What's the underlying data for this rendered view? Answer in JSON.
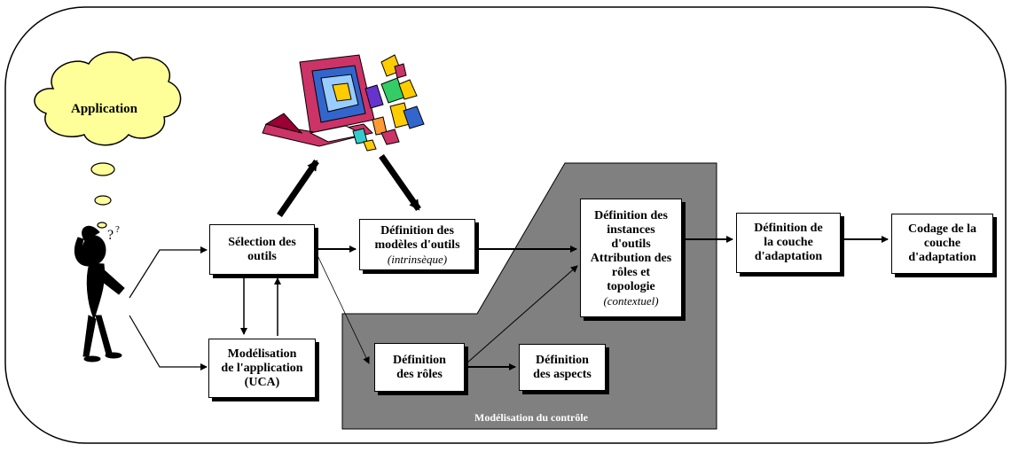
{
  "colors": {
    "control_region": "#808080",
    "cloud": "#ffff99",
    "line": "#000000"
  },
  "icons": [
    "thinking-person-icon",
    "computer-tools-clipart-icon"
  ],
  "cloud": {
    "label": "Application"
  },
  "region": {
    "label": "Modélisation du contrôle"
  },
  "boxes": {
    "selection": {
      "title": "Sélection des\noutils"
    },
    "modelisation_app": {
      "title": "Modélisation\nde l'application\n(UCA)"
    },
    "definition_modeles": {
      "title": "Définition des\nmodèles d'outils",
      "subtitle": "(intrinsèque)"
    },
    "definition_instances": {
      "title": "Définition des\ninstances\nd'outils\nAttribution des\nrôles et\ntopologie",
      "subtitle": "(contextuel)"
    },
    "definition_roles": {
      "title": "Définition\ndes rôles"
    },
    "definition_aspects": {
      "title": "Définition\ndes aspects"
    },
    "definition_couche": {
      "title": "Définition de\nla couche\nd'adaptation"
    },
    "codage_couche": {
      "title": "Codage de la\ncouche\nd'adaptation"
    }
  }
}
